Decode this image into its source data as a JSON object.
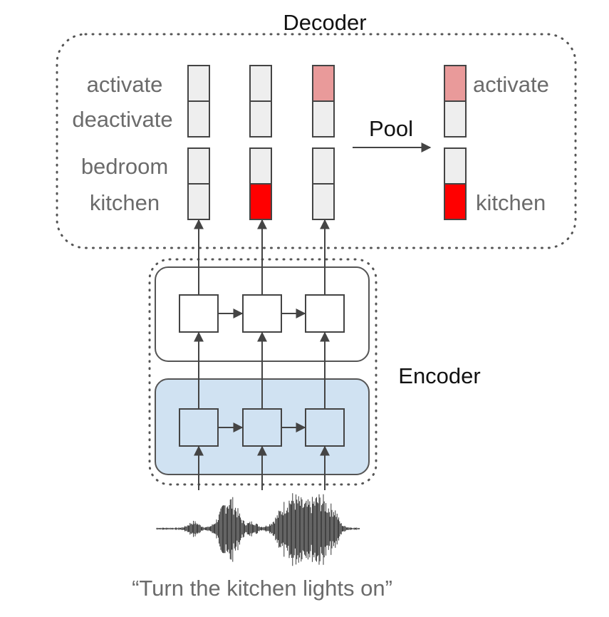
{
  "decoder": {
    "title": "Decoder",
    "slot_labels": [
      "activate",
      "deactivate",
      "bedroom",
      "kitchen"
    ],
    "pool_label": "Pool",
    "output_labels": [
      "activate",
      "kitchen"
    ],
    "columns": [
      {
        "cells": [
          "light",
          "light",
          "light",
          "light"
        ]
      },
      {
        "cells": [
          "light",
          "light",
          "light",
          "red"
        ]
      },
      {
        "cells": [
          "pink",
          "light",
          "light",
          "light"
        ]
      }
    ],
    "pooled": {
      "cells": [
        "pink",
        "light",
        "light",
        "red"
      ]
    }
  },
  "encoder": {
    "title": "Encoder",
    "layers": [
      "upper",
      "lower"
    ]
  },
  "utterance": "“Turn the kitchen lights on”",
  "colors": {
    "cell_light": "#eeeeee",
    "cell_pink": "#e99a9a",
    "cell_red": "#ff0000",
    "encoder_fill": "#d0e2f2",
    "stroke": "#444444",
    "text_grey": "#6b6b6b"
  }
}
